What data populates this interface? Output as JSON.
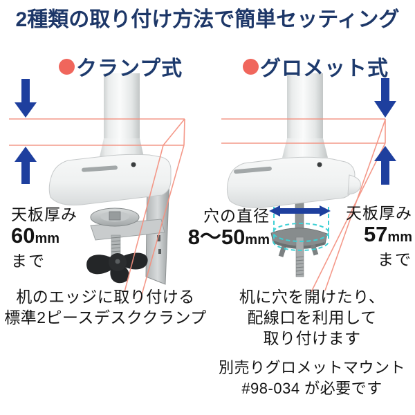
{
  "title": "2種類の取り付け方法で簡単セッティング",
  "colors": {
    "title_navy": "#1d3768",
    "accent_dot": "#f0665c",
    "arrow_blue": "#1e3f9e",
    "guide_red": "#f4907f",
    "guide_cyan": "#3ed0d5",
    "text_black": "#141414"
  },
  "clamp_section": {
    "heading": "クランプ式",
    "thickness": {
      "label": "天板厚み",
      "value": "60",
      "unit": "mm",
      "suffix": "まで"
    },
    "caption": [
      "机のエッジに取り付ける",
      "標準2ピースデスククランプ"
    ]
  },
  "grommet_section": {
    "heading": "グロメット式",
    "hole": {
      "label": "穴の直径",
      "value": "8〜50",
      "unit": "mm"
    },
    "thickness": {
      "label": "天板厚み",
      "value": "57",
      "unit": "mm",
      "suffix": "まで"
    },
    "caption": [
      "机に穴を開けたり、",
      "配線口を利用して",
      "取り付けます"
    ],
    "note": [
      "別売りグロメットマウント",
      "#98-034 が必要です"
    ]
  }
}
